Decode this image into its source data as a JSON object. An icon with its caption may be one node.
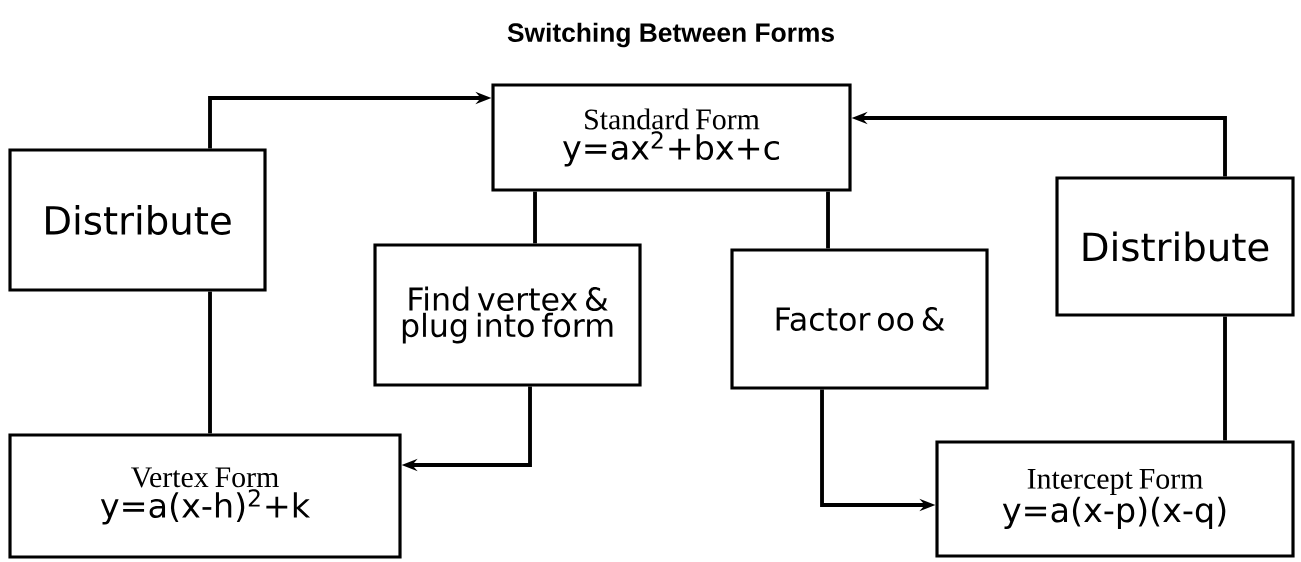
{
  "diagram": {
    "title": "Switching Between Forms",
    "nodes": [
      {
        "text": [
          "Standard Form",
          "y=ax$^{2}$+bx+c"
        ]
      },
      {
        "text": [
          "Distribute"
        ]
      },
      {
        "text": [
          "Find vertex & plug into form"
        ]
      },
      {
        "text": [
          "Factor oo &"
        ]
      },
      {
        "text": [
          "Distribute"
        ]
      },
      {
        "text": [
          "Vertex Form",
          "y=a(x-h)$^{2}$+k"
        ]
      },
      {
        "text": [
          "Intercept Form",
          "y=a(x-p)(x-q)"
        ]
      }
    ],
    "edges": [
      {
        "from": 5,
        "to": 1,
        "arrow": "none"
      },
      {
        "from": 1,
        "to": 0,
        "arrow": "to"
      },
      {
        "from": 0,
        "to": 2,
        "arrow": "none"
      },
      {
        "from": 2,
        "to": 5,
        "arrow": "to"
      },
      {
        "from": 0,
        "to": 3,
        "arrow": "none"
      },
      {
        "from": 3,
        "to": 6,
        "arrow": "to"
      },
      {
        "from": 6,
        "to": 4,
        "arrow": "none"
      },
      {
        "from": 4,
        "to": 0,
        "arrow": "to"
      }
    ]
  }
}
